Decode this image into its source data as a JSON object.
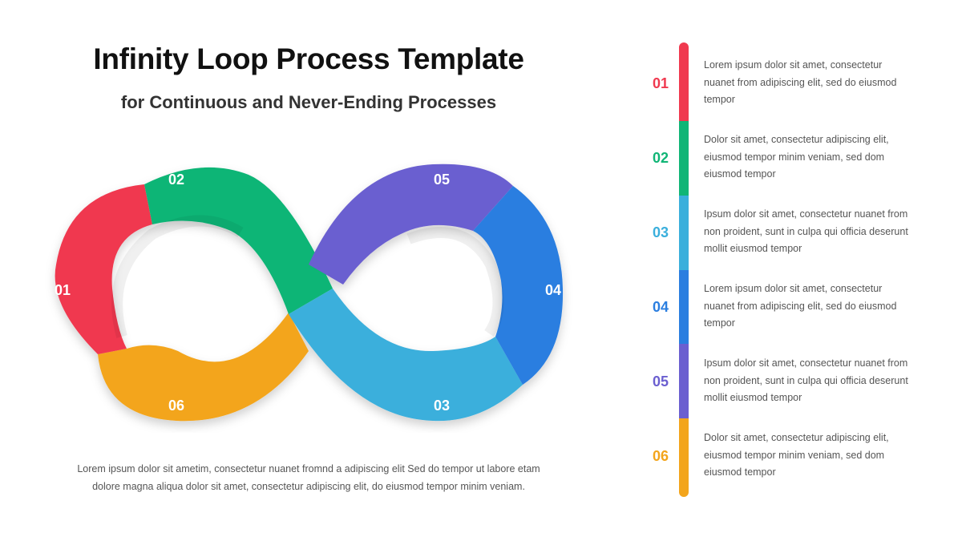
{
  "title": "Infinity Loop Process Template",
  "subtitle": "for Continuous and Never-Ending Processes",
  "caption_line1": "Lorem ipsum dolor sit ametim, consectetur nuanet fromnd a adipiscing elit Sed do tempor ut labore etam",
  "caption_line2": "dolore magna aliqua dolor sit amet, consectetur adipiscing elit, do eiusmod tempor minim veniam.",
  "steps": [
    {
      "num": "01",
      "color": "#f0394f",
      "text": "Lorem ipsum dolor sit amet, consectetur nuanet from adipiscing elit, sed do eiusmod tempor"
    },
    {
      "num": "02",
      "color": "#10b576",
      "text": "Dolor sit amet, consectetur adipiscing elit, eiusmod tempor minim veniam, sed dom eiusmod tempor"
    },
    {
      "num": "03",
      "color": "#3aafdc",
      "text": "Ipsum dolor sit amet, consectetur nuanet from non proident, sunt in culpa qui officia deserunt mollit eiusmod tempor"
    },
    {
      "num": "04",
      "color": "#2a7ee0",
      "text": "Lorem ipsum dolor sit amet, consectetur nuanet from adipiscing elit, sed do eiusmod tempor"
    },
    {
      "num": "05",
      "color": "#6b5fd0",
      "text": "Ipsum dolor sit amet, consectetur nuanet from non proident, sunt in culpa qui officia deserunt mollit eiusmod tempor"
    },
    {
      "num": "06",
      "color": "#f3a51c",
      "text": "Dolor sit amet, consectetur adipiscing elit, eiusmod tempor minim veniam, sed dom eiusmod tempor"
    }
  ]
}
